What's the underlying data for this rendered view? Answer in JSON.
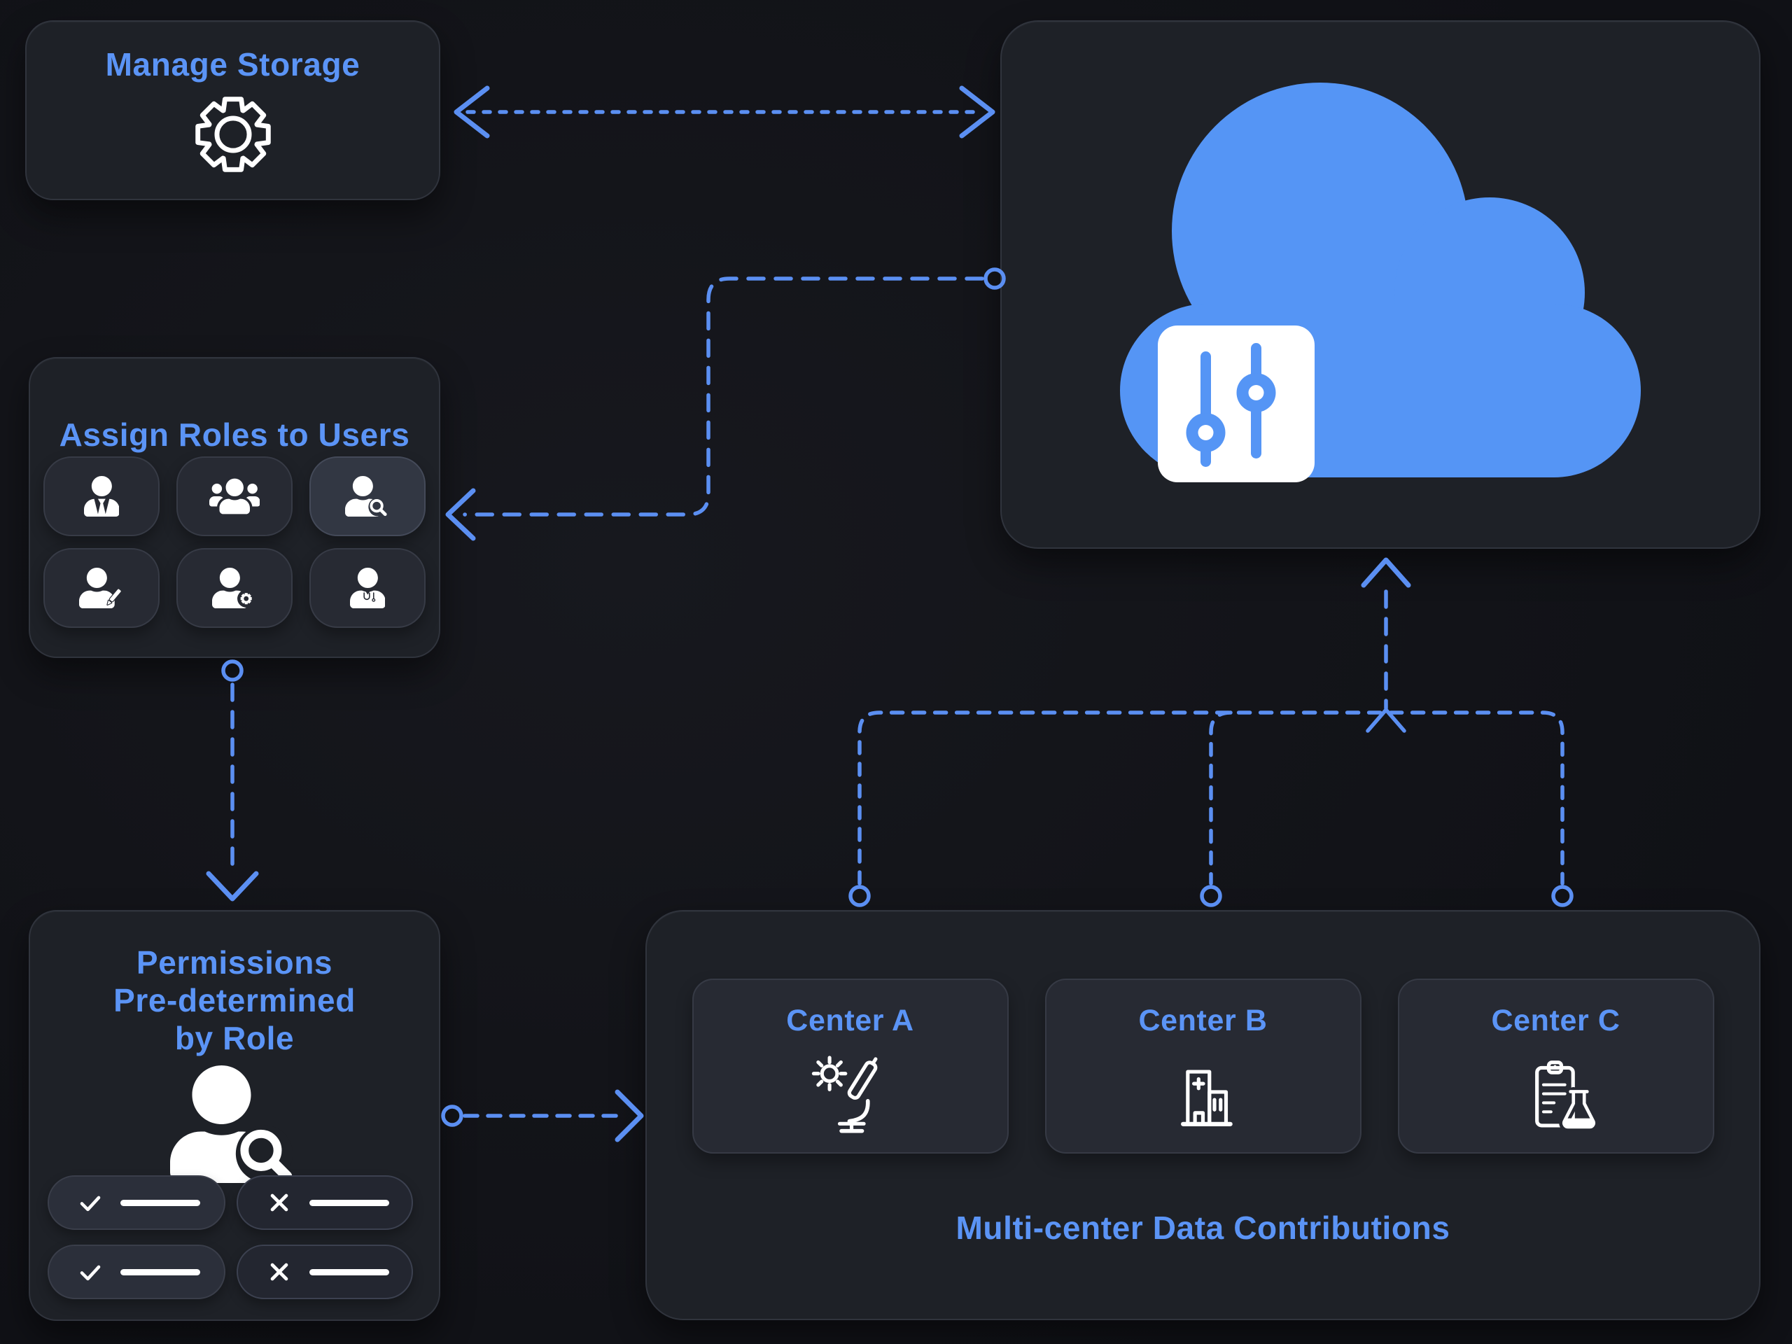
{
  "palette": {
    "page_bg": "#131419",
    "box_bg": "#1e2127",
    "box_border": "#30343d",
    "tile_bg": "#272a33",
    "tile_bg_highlight": "#323743",
    "pill_allowed_bg": "#2b2f3a",
    "pill_denied_bg": "#232630",
    "accent_blue": "#5b8ff2",
    "text_blue": "#5b94f6",
    "cloud_blue": "#5595f5",
    "icon_white": "#ffffff"
  },
  "manage_storage": {
    "title": "Manage Storage",
    "icon": "gear-icon"
  },
  "cloud_hub": {
    "icon": "cloud-icon",
    "overlay_icon": "sliders-icon"
  },
  "assign_roles": {
    "title": "Assign Roles to Users",
    "roles": [
      {
        "icon": "user-tie-icon",
        "highlighted": false
      },
      {
        "icon": "users-group-icon",
        "highlighted": false
      },
      {
        "icon": "user-search-icon",
        "highlighted": true
      },
      {
        "icon": "user-pen-icon",
        "highlighted": false
      },
      {
        "icon": "user-gear-icon",
        "highlighted": false
      },
      {
        "icon": "user-doctor-icon",
        "highlighted": false
      }
    ]
  },
  "permissions": {
    "title_lines": [
      "Permissions",
      "Pre-determined",
      "by Role"
    ],
    "icon": "user-search-icon",
    "entries": [
      {
        "status": "allowed",
        "icon": "check-icon"
      },
      {
        "status": "denied",
        "icon": "x-icon"
      },
      {
        "status": "allowed",
        "icon": "check-icon"
      },
      {
        "status": "denied",
        "icon": "x-icon"
      }
    ]
  },
  "multicenter": {
    "caption": "Multi-center Data Contributions",
    "centers": [
      {
        "label": "Center A",
        "icon": "microscope-virus-icon"
      },
      {
        "label": "Center B",
        "icon": "hospital-icon"
      },
      {
        "label": "Center C",
        "icon": "clipboard-flask-icon"
      }
    ]
  },
  "connectors": [
    {
      "name": "storage-cloud",
      "style": "dashed",
      "ends": "double-arrow"
    },
    {
      "name": "cloud-assign-roles",
      "style": "dashed",
      "ends": "circle-to-arrow"
    },
    {
      "name": "assign-roles-permissions",
      "style": "dashed",
      "ends": "circle-to-arrow"
    },
    {
      "name": "permissions-multicenter",
      "style": "dashed",
      "ends": "circle-to-arrow"
    },
    {
      "name": "centers-cloud",
      "style": "dashed",
      "ends": "circles-to-arrow"
    }
  ]
}
